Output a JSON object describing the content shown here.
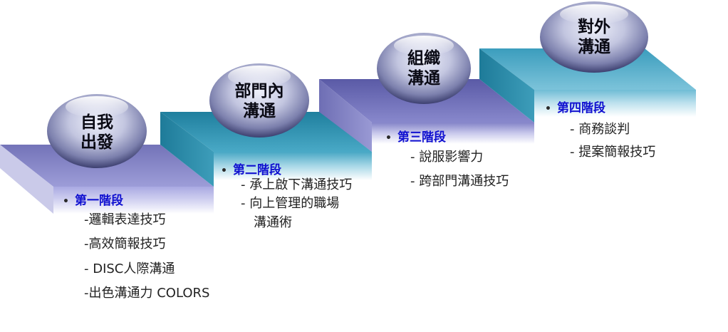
{
  "stages": [
    {
      "ball": [
        "自我",
        "出發"
      ],
      "heading": "第一階段",
      "items": [
        "-邏輯表達技巧",
        "-高效簡報技巧",
        "- DISC人際溝通",
        "-出色溝通力 COLORS"
      ]
    },
    {
      "ball": [
        "部門內",
        "溝通"
      ],
      "heading": "第二階段",
      "items": [
        "- 承上啟下溝通技巧",
        "- 向上管理的職場",
        "溝通術"
      ]
    },
    {
      "ball": [
        "組織",
        "溝通"
      ],
      "heading": "第三階段",
      "items": [
        "- 說服影響力",
        "- 跨部門溝通技巧"
      ]
    },
    {
      "ball": [
        "對外",
        "溝通"
      ],
      "heading": "第四階段",
      "items": [
        "- 商務談判",
        "- 提案簡報技巧"
      ]
    }
  ],
  "bullet_symbol": "•",
  "colors": {
    "step1": "#8e8ed0",
    "step2": "#3a97b3",
    "step3": "#7b7bc3",
    "step4": "#4ea9c7",
    "heading": "#1010d0"
  }
}
